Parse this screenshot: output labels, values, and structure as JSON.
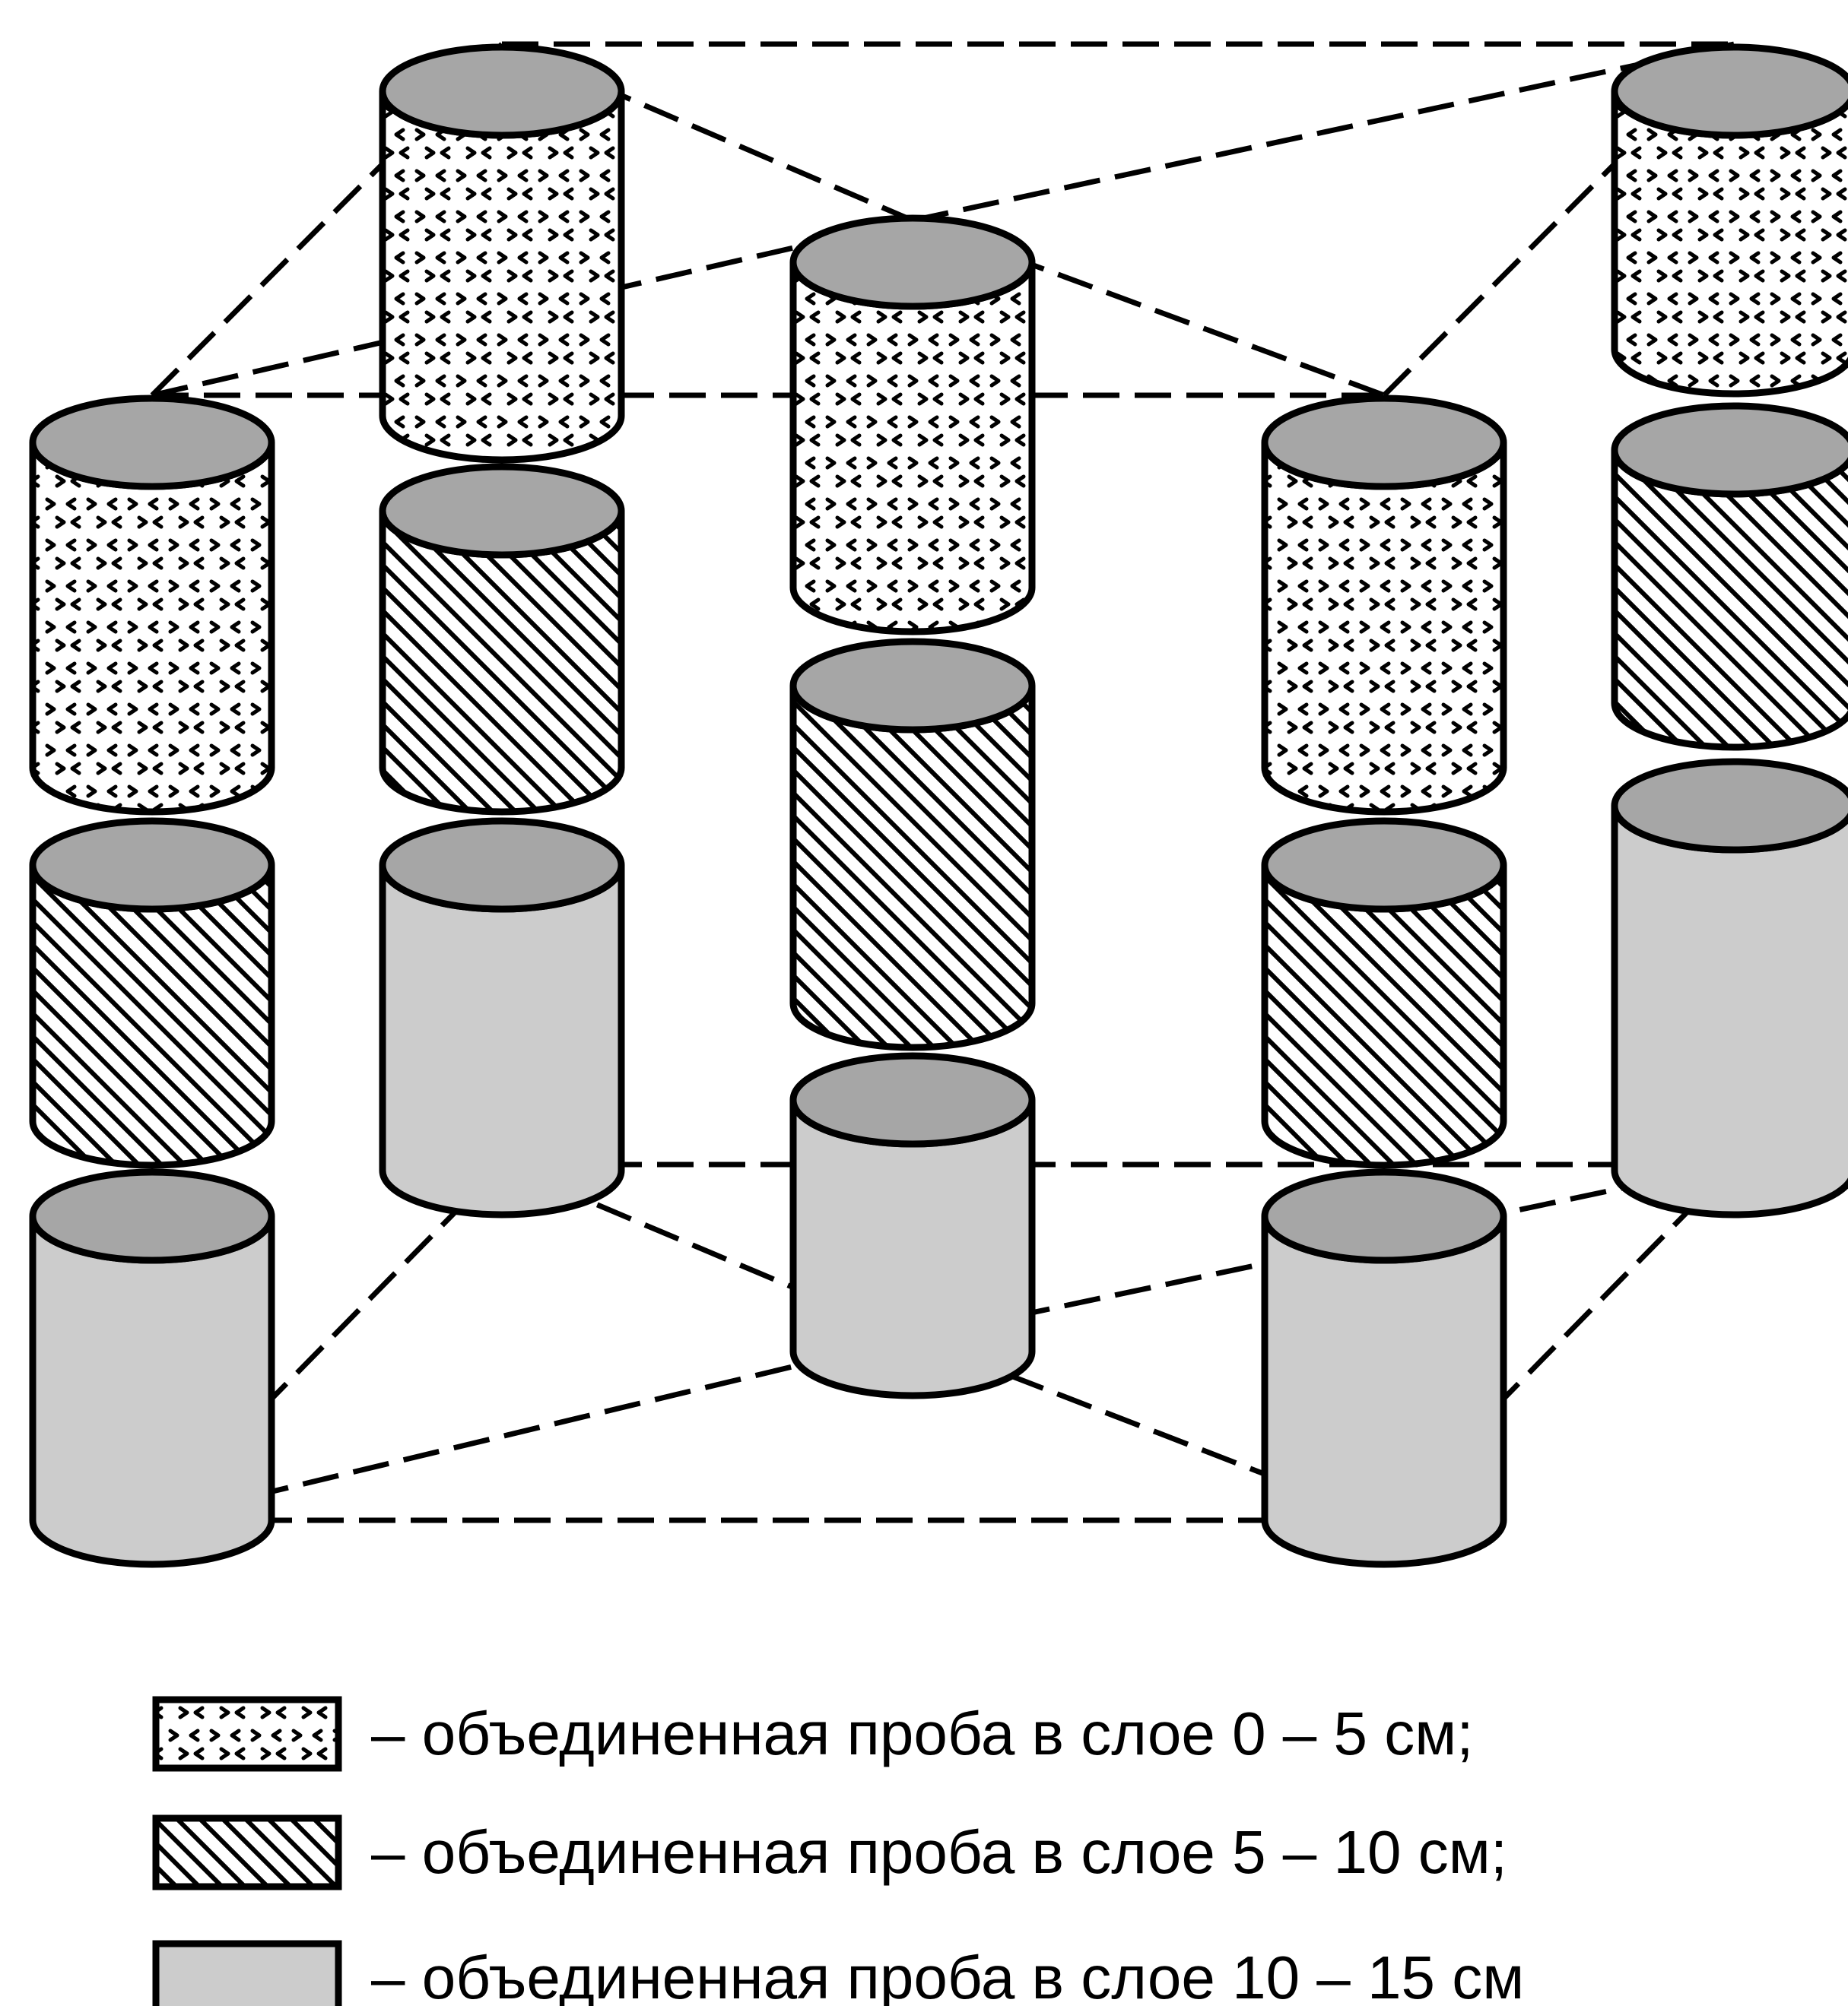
{
  "legend": {
    "items": [
      {
        "pattern": "dots",
        "label": "– объединенная проба в слое 0 – 5 см;"
      },
      {
        "pattern": "hatch",
        "label": "– объединенная проба в слое 5 – 10 см;"
      },
      {
        "pattern": "gray",
        "label": "– объединенная проба в слое 10 – 15 см"
      }
    ]
  },
  "colors": {
    "stroke": "#000000",
    "top_fill": "#a6a6a6",
    "gray_fill": "#cccccc",
    "background": "#ffffff"
  }
}
